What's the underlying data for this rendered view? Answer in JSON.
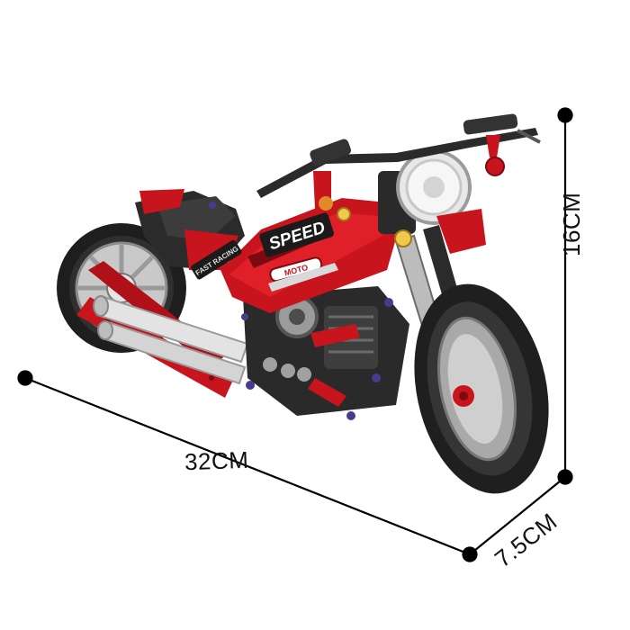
{
  "product": {
    "name_badge": "SPEED",
    "side_text": "FAST RACING",
    "logo_text": "MOTO",
    "colors": {
      "body": "#c8141c",
      "body_dark": "#7e0a10",
      "frame": "#2a2a2a",
      "chrome": "#d9d9d9",
      "tire": "#222222"
    }
  },
  "dimensions": {
    "length": "32CM",
    "height": "16CM",
    "width": "7.5CM",
    "line_color": "#000000"
  }
}
